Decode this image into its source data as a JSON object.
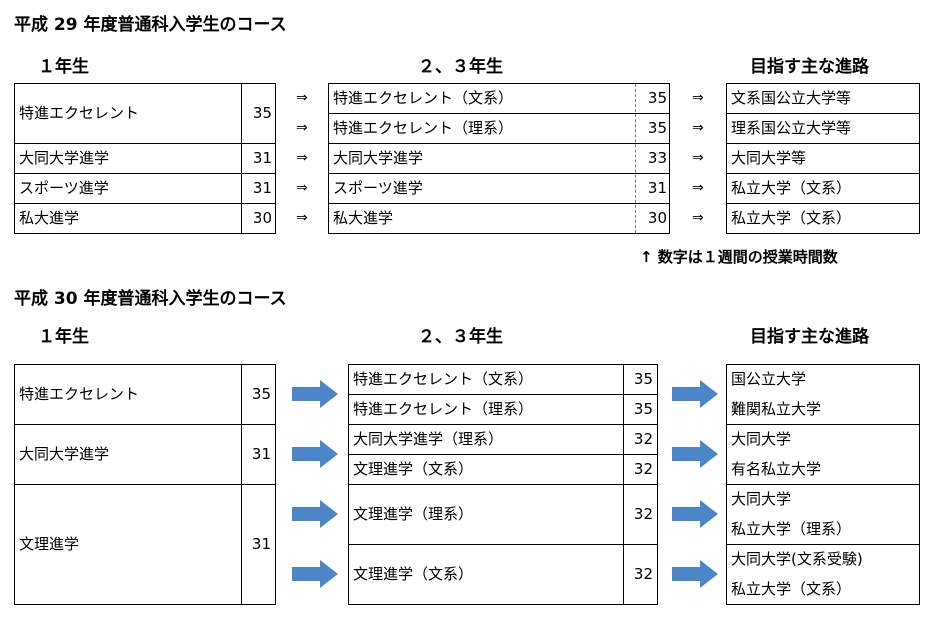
{
  "section_h29": {
    "title": "平成 29 年度普通科入学生のコース",
    "headers": {
      "year1": "１年生",
      "year23": "２、３年生",
      "destination": "目指す主な進路"
    },
    "year1": [
      {
        "label": "特進エクセレント",
        "hours": "35"
      },
      {
        "label": "大同大学進学",
        "hours": "31"
      },
      {
        "label": "スポーツ進学",
        "hours": "31"
      },
      {
        "label": "私大進学",
        "hours": "30"
      }
    ],
    "year23": [
      {
        "label": "特進エクセレント（文系）",
        "hours": "35"
      },
      {
        "label": "特進エクセレント（理系）",
        "hours": "35"
      },
      {
        "label": "大同大学進学",
        "hours": "33"
      },
      {
        "label": "スポーツ進学",
        "hours": "31"
      },
      {
        "label": "私大進学",
        "hours": "30"
      }
    ],
    "destinations": [
      "文系国公立大学等",
      "理系国公立大学等",
      "大同大学等",
      "私立大学（文系）",
      "私立大学（文系）"
    ],
    "arrow_glyph": "⇒",
    "note": "↑ 数字は１週間の授業時間数"
  },
  "section_h30": {
    "title": "平成 30 年度普通科入学生のコース",
    "headers": {
      "year1": "１年生",
      "year23": "２、３年生",
      "destination": "目指す主な進路"
    },
    "year1": [
      {
        "label": "特進エクセレント",
        "hours": "35"
      },
      {
        "label": "大同大学進学",
        "hours": "31"
      },
      {
        "label": "文理進学",
        "hours": "31"
      }
    ],
    "year23": [
      {
        "label": "特進エクセレント（文系）",
        "hours": "35"
      },
      {
        "label": "特進エクセレント（理系）",
        "hours": "35"
      },
      {
        "label": "大同大学進学（理系）",
        "hours": "32"
      },
      {
        "label": "文理進学（文系）",
        "hours": "32"
      },
      {
        "label": "文理進学（理系）",
        "hours": "32"
      },
      {
        "label": "文理進学（文系）",
        "hours": "32"
      }
    ],
    "destinations": [
      [
        "国公立大学",
        "難関私立大学"
      ],
      [
        "大同大学",
        "有名私立大学"
      ],
      [
        "大同大学",
        "私立大学（理系）"
      ],
      [
        "大同大学(文系受験)",
        "私立大学（文系）"
      ]
    ],
    "arrow_color": "#4a86c8"
  }
}
